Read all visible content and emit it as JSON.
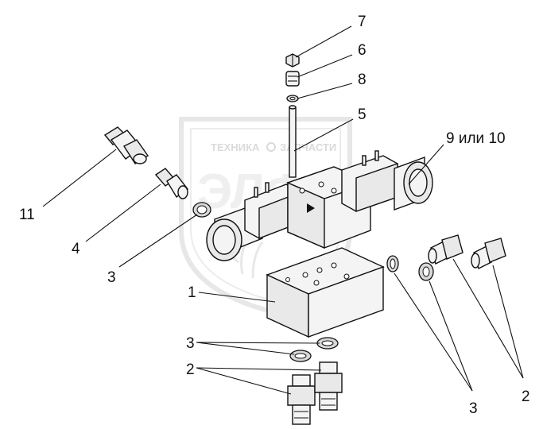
{
  "watermark": {
    "brand_left": "ТЕХНИКА",
    "brand_right": "ЗАПЧАСТИ",
    "monogram": "ЭЛФ",
    "color": "#d9d9d9"
  },
  "callouts": {
    "c1": "1",
    "c2a": "2",
    "c2b": "2",
    "c3a": "3",
    "c3b": "3",
    "c3c": "3",
    "c4": "4",
    "c5": "5",
    "c6": "6",
    "c7": "7",
    "c8": "8",
    "c9": "9 или 10",
    "c11": "11"
  }
}
